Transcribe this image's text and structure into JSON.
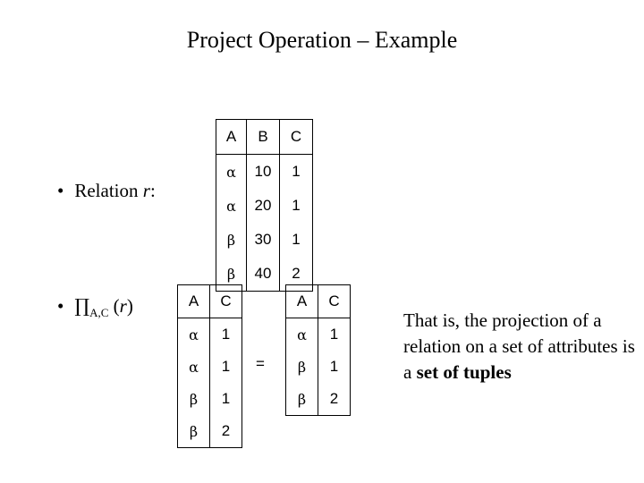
{
  "title": "Project Operation – Example",
  "bullets": {
    "relation": {
      "bullet": "•",
      "label": "Relation ",
      "var": "r",
      "suffix": ":"
    },
    "projection": {
      "bullet": "•",
      "op": "∏",
      "subscript": "A,C",
      "open": " (",
      "var": "r",
      "close": ")"
    }
  },
  "relation_r": {
    "columns": [
      "A",
      "B",
      "C"
    ],
    "rows": [
      [
        "α",
        "10",
        "1"
      ],
      [
        "α",
        "20",
        "1"
      ],
      [
        "β",
        "30",
        "1"
      ],
      [
        "β",
        "40",
        "2"
      ]
    ]
  },
  "projection_raw": {
    "columns": [
      "A",
      "C"
    ],
    "rows": [
      [
        "α",
        "1"
      ],
      [
        "α",
        "1"
      ],
      [
        "β",
        "1"
      ],
      [
        "β",
        "2"
      ]
    ]
  },
  "equals": "=",
  "projection_result": {
    "columns": [
      "A",
      "C"
    ],
    "rows": [
      [
        "α",
        "1"
      ],
      [
        "β",
        "1"
      ],
      [
        "β",
        "2"
      ]
    ]
  },
  "note": {
    "text": "That is, the projection of a relation on a set of attributes is a ",
    "bold": "set of tuples"
  }
}
